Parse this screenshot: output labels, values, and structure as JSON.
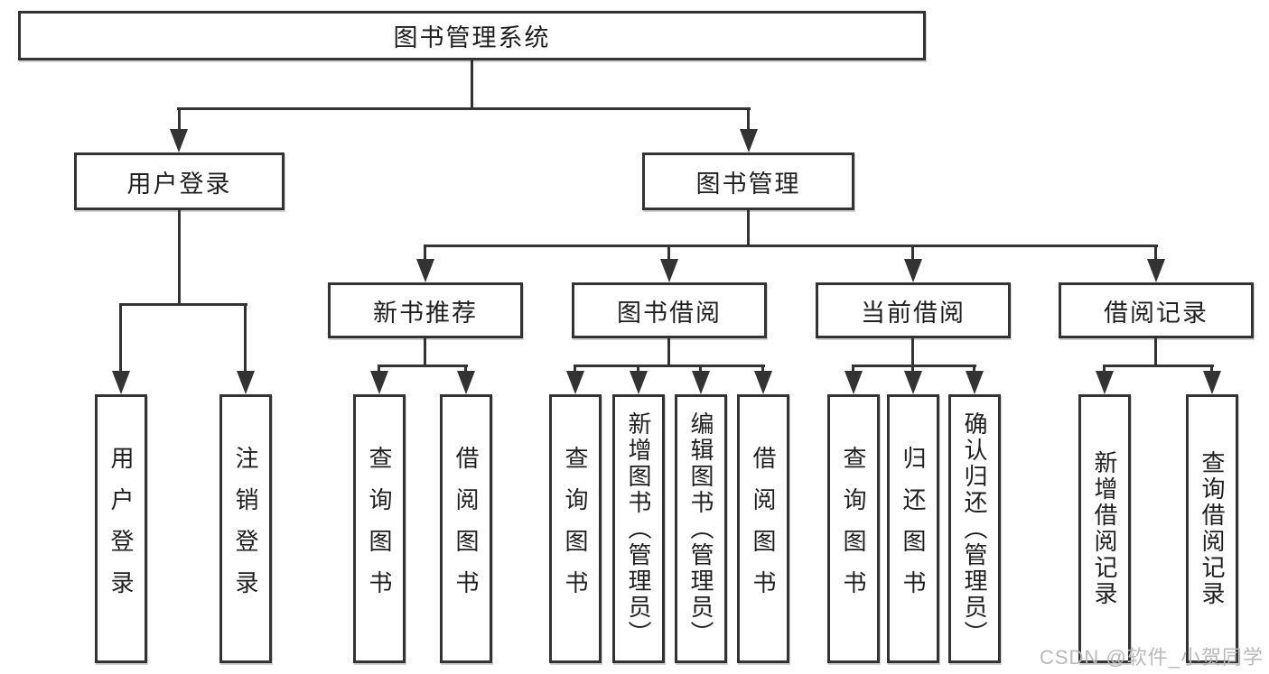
{
  "tree": {
    "label": "图书管理系统",
    "children": [
      {
        "label": "用户登录",
        "children": [
          {
            "label": "用户登录"
          },
          {
            "label": "注销登录"
          }
        ]
      },
      {
        "label": "图书管理",
        "children": [
          {
            "label": "新书推荐",
            "children": [
              {
                "label": "查询图书"
              },
              {
                "label": "借阅图书"
              }
            ]
          },
          {
            "label": "图书借阅",
            "children": [
              {
                "label": "查询图书"
              },
              {
                "label": "新增图书（管理员）"
              },
              {
                "label": "编辑图书（管理员）"
              },
              {
                "label": "借阅图书"
              }
            ]
          },
          {
            "label": "当前借阅",
            "children": [
              {
                "label": "查询图书"
              },
              {
                "label": "归还图书"
              },
              {
                "label": "确认归还（管理员）"
              }
            ]
          },
          {
            "label": "借阅记录",
            "children": [
              {
                "label": "新增借阅记录"
              },
              {
                "label": "查询借阅记录"
              }
            ]
          }
        ]
      }
    ]
  },
  "watermark": {
    "text": "CSDN @软件_小贺同学"
  },
  "colors": {
    "line": "#333333",
    "box_background": "#ffffff",
    "text": "#1f1f1f",
    "watermark": "#b9b9b9"
  }
}
